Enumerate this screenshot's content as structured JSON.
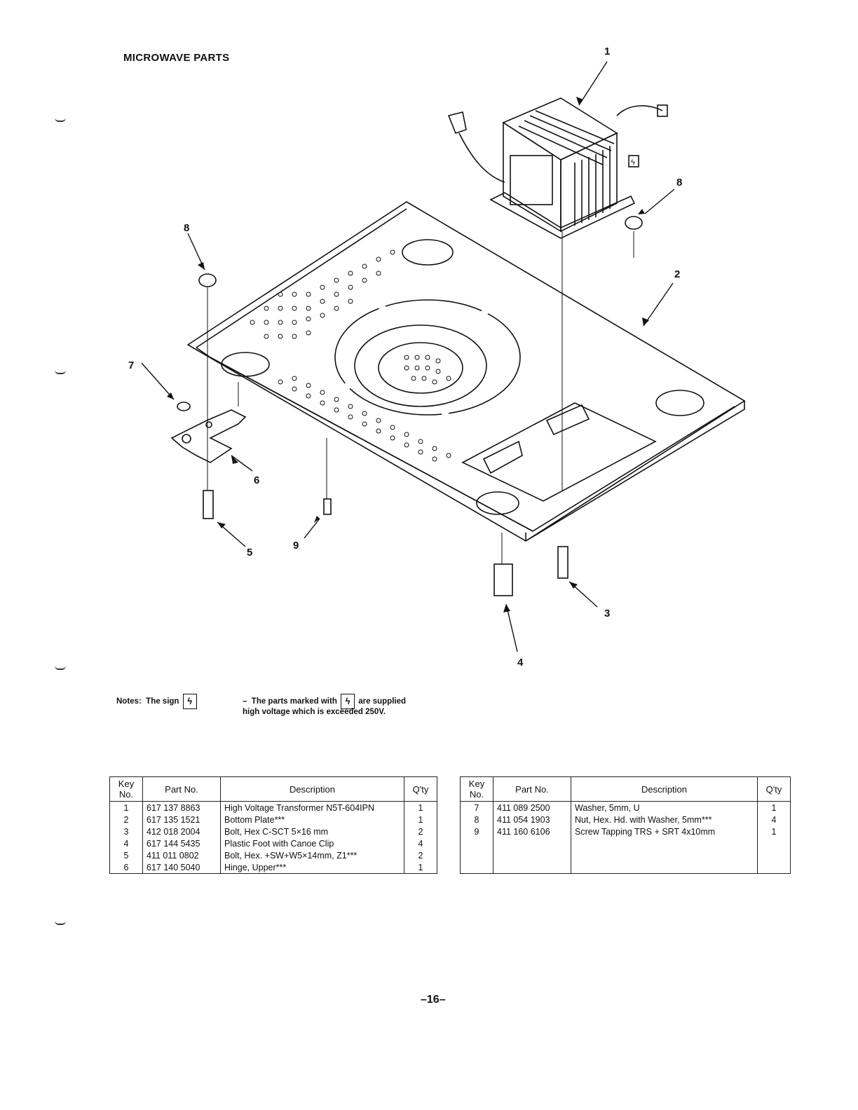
{
  "page_title": "MICROWAVE PARTS",
  "callouts": [
    "1",
    "2",
    "3",
    "4",
    "5",
    "6",
    "7",
    "8",
    "8",
    "9"
  ],
  "notes": {
    "label": "Notes:",
    "sign_text": "The sign",
    "dash": "–",
    "line1": "The parts marked with",
    "line1_end": "are supplied",
    "line2": "high voltage which is exceeded 250V."
  },
  "table_headers": {
    "key": "Key No.",
    "part_no": "Part No.",
    "description": "Description",
    "qty": "Q'ty"
  },
  "parts_left": [
    {
      "key": "1",
      "part_no": "617 137 8863",
      "description": "High Voltage Transformer N5T-604IPN",
      "qty": "1"
    },
    {
      "key": "2",
      "part_no": "617 135 1521",
      "description": "Bottom Plate***",
      "qty": "1"
    },
    {
      "key": "3",
      "part_no": "412 018 2004",
      "description": "Bolt, Hex C-SCT 5×16 mm",
      "qty": "2"
    },
    {
      "key": "4",
      "part_no": "617 144 5435",
      "description": "Plastic Foot with Canoe Clip",
      "qty": "4"
    },
    {
      "key": "5",
      "part_no": "411 011 0802",
      "description": "Bolt, Hex. +SW+W5×14mm, Z1***",
      "qty": "2"
    },
    {
      "key": "6",
      "part_no": "617 140 5040",
      "description": "Hinge, Upper***",
      "qty": "1"
    }
  ],
  "parts_right": [
    {
      "key": "7",
      "part_no": "411 089 2500",
      "description": "Washer, 5mm, U",
      "qty": "1"
    },
    {
      "key": "8",
      "part_no": "411 054 1903",
      "description": "Nut, Hex. Hd. with Washer, 5mm***",
      "qty": "4"
    },
    {
      "key": "9",
      "part_no": "411 160 6106",
      "description": "Screw Tapping TRS + SRT 4x10mm",
      "qty": "1"
    }
  ],
  "page_number": "–16–"
}
